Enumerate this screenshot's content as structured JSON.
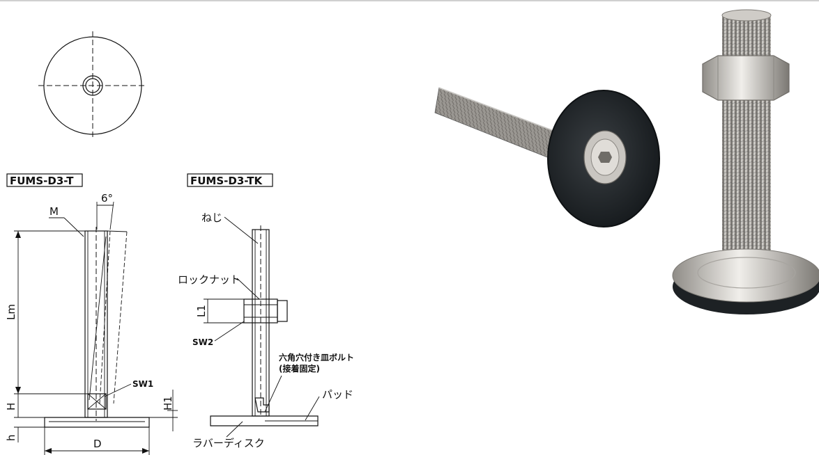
{
  "drawing": {
    "model_t": "FUMS-D3-T",
    "model_tk": "FUMS-D3-TK",
    "angle": "6°",
    "dim_m": "M",
    "dim_lm": "Lm",
    "dim_h": "H",
    "dim_h_small": "h",
    "dim_d": "D",
    "dim_sw1": "SW1",
    "dim_h1": "H1",
    "dim_l1": "L1",
    "dim_sw2": "SW2",
    "label_thread": "ねじ",
    "label_locknut": "ロックナット",
    "label_bolt_line1": "六角穴付き皿ボルト",
    "label_bolt_line2": "(接着固定)",
    "label_pad": "パッド",
    "label_rubber_disc": "ラバーディスク"
  },
  "photos": {
    "left_alt": "",
    "right_alt": ""
  },
  "colors": {
    "rubber": "#1f2326",
    "steel_light": "#d8d6d2",
    "steel_dark": "#8f8c87",
    "line": "#111111"
  }
}
